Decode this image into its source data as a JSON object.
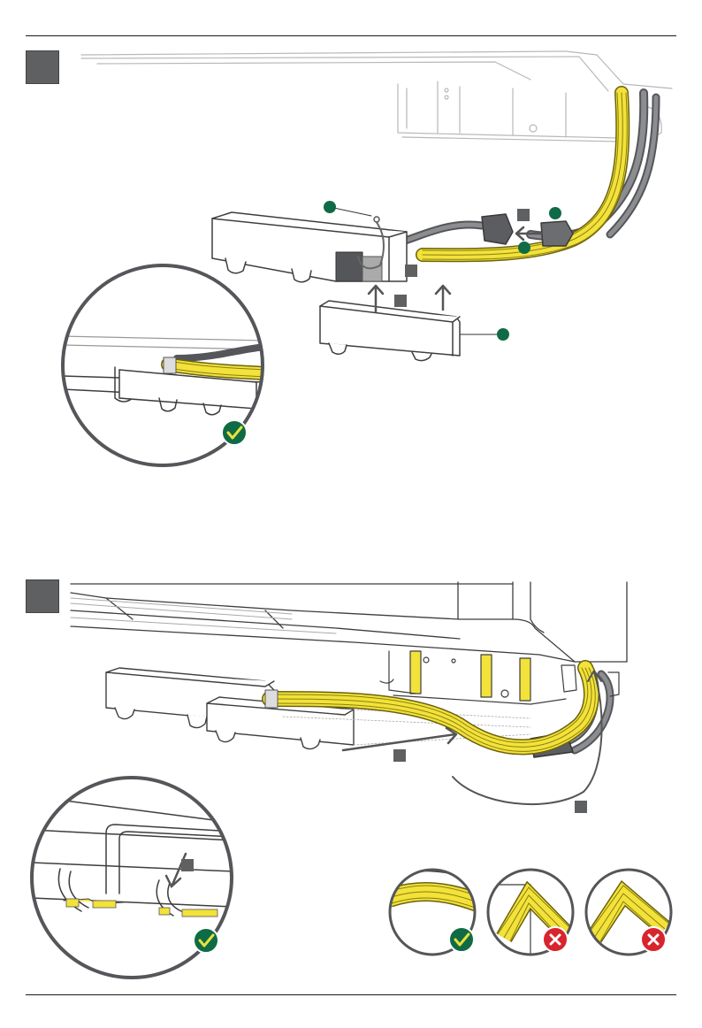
{
  "colors": {
    "ink": "#4a4a4a",
    "light_ink": "#9a9a9a",
    "cable_yellow": "#f2e23a",
    "cable_outline": "#8a7e10",
    "cable_grey": "#77787b",
    "step_badge": "#5f6062",
    "callout_green": "#0f6b45",
    "ok_green": "#0f6b45",
    "error_red": "#d8242d",
    "check_yellow": "#e8e23a"
  },
  "icons": {
    "ok": "check-icon",
    "error": "cross-icon",
    "arrow": "arrow-icon"
  },
  "step1": {
    "badge_label": "",
    "callout_labels": [
      "",
      "",
      "",
      "",
      ""
    ],
    "detail_status": "ok"
  },
  "step2": {
    "badge_label": "",
    "detail_status": "ok",
    "bend_examples": [
      {
        "status": "ok"
      },
      {
        "status": "error"
      },
      {
        "status": "error"
      }
    ]
  }
}
